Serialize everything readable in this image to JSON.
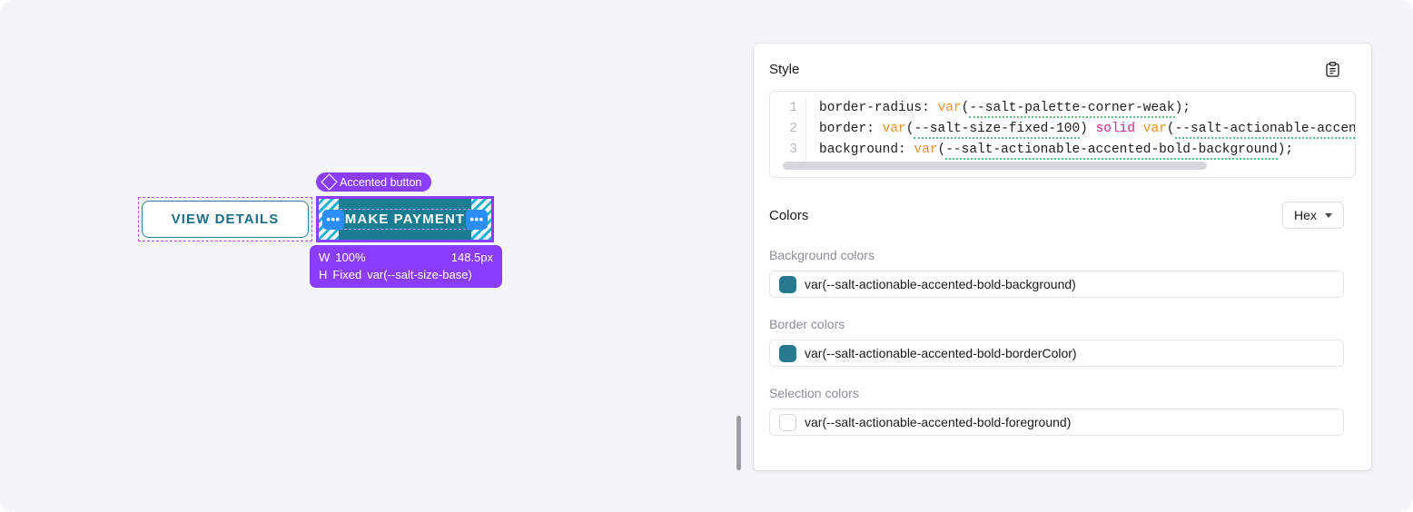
{
  "theme": {
    "page_background": "#f4f5f7",
    "accent_purple": "#8b3dff",
    "accent_teal": "#1b7d92",
    "handle_blue": "#2b8ef5",
    "hatch_cyan": "#23b3d6",
    "token_underline_green": "#63bb8a",
    "token_fn_orange": "#e8912d",
    "token_keyword_pink": "#e0218a"
  },
  "stage": {
    "secondary_button": {
      "label": "VIEW DETAILS",
      "selected": false
    },
    "accented_button": {
      "label": "MAKE PAYMENT",
      "selected": true,
      "badge_label": "Accented button",
      "badge_icon": "diamond-icon",
      "left_handle_label": "•••",
      "right_handle_label": "•••"
    },
    "dimension_tooltip": {
      "width_key": "W",
      "width_value": "100%",
      "width_measure": "148.5px",
      "height_key": "H",
      "height_mode": "Fixed",
      "height_value": "var(--salt-size-base)"
    }
  },
  "inspector": {
    "style_section": {
      "title": "Style",
      "copy_icon": "clipboard-icon",
      "code": {
        "lines": [
          {
            "number": "1",
            "tokens": [
              {
                "t": "prop",
                "s": "border-radius: "
              },
              {
                "t": "fn",
                "s": "var"
              },
              {
                "t": "punc",
                "s": "("
              },
              {
                "t": "var",
                "s": "--salt-palette-corner-weak"
              },
              {
                "t": "punc",
                "s": ");"
              }
            ]
          },
          {
            "number": "2",
            "tokens": [
              {
                "t": "prop",
                "s": "border: "
              },
              {
                "t": "fn",
                "s": "var"
              },
              {
                "t": "punc",
                "s": "("
              },
              {
                "t": "var",
                "s": "--salt-size-fixed-100"
              },
              {
                "t": "punc",
                "s": ") "
              },
              {
                "t": "kw",
                "s": "solid"
              },
              {
                "t": "punc",
                "s": " "
              },
              {
                "t": "fn",
                "s": "var"
              },
              {
                "t": "punc",
                "s": "("
              },
              {
                "t": "var",
                "s": "--salt-actionable-accented-bold-borderColor"
              },
              {
                "t": "punc",
                "s": ");"
              }
            ]
          },
          {
            "number": "3",
            "tokens": [
              {
                "t": "prop",
                "s": "background: "
              },
              {
                "t": "fn",
                "s": "var"
              },
              {
                "t": "punc",
                "s": "("
              },
              {
                "t": "var",
                "s": "--salt-actionable-accented-bold-background"
              },
              {
                "t": "punc",
                "s": ");"
              }
            ]
          }
        ]
      }
    },
    "colors_section": {
      "title": "Colors",
      "format_select": {
        "value": "Hex",
        "icon": "chevron-down-icon"
      },
      "groups": [
        {
          "label": "Background colors",
          "rows": [
            {
              "swatch": "#26798f",
              "swatch_outlined": false,
              "value": "var(--salt-actionable-accented-bold-background)"
            }
          ]
        },
        {
          "label": "Border colors",
          "rows": [
            {
              "swatch": "#26798f",
              "swatch_outlined": false,
              "value": "var(--salt-actionable-accented-bold-borderColor)"
            }
          ]
        },
        {
          "label": "Selection colors",
          "rows": [
            {
              "swatch": "#ffffff",
              "swatch_outlined": true,
              "value": "var(--salt-actionable-accented-bold-foreground)"
            }
          ]
        }
      ]
    }
  }
}
